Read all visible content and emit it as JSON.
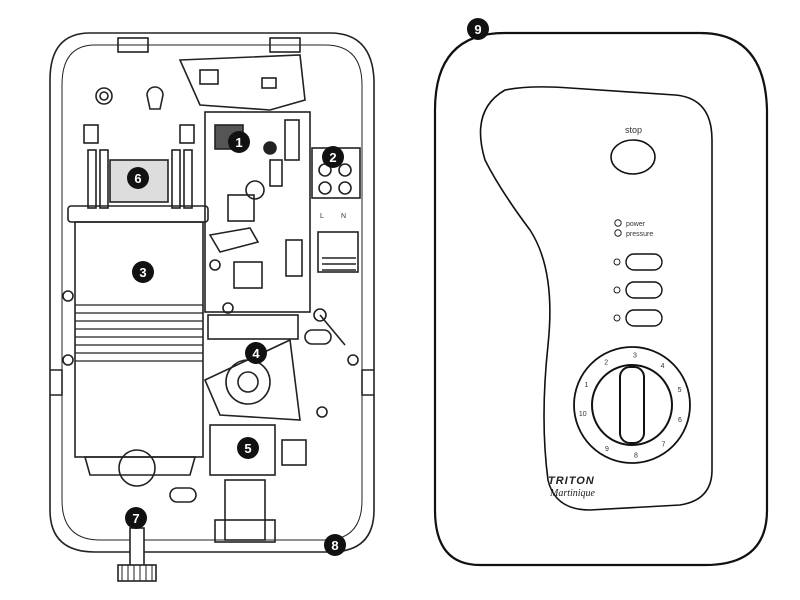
{
  "callouts": [
    "1",
    "2",
    "3",
    "4",
    "5",
    "6",
    "7",
    "8",
    "9"
  ],
  "cover": {
    "stop_label": "stop",
    "power_label": "power",
    "pressure_label": "pressure",
    "brand": "TRITON",
    "model": "Martinique",
    "dial_numbers": [
      "10",
      "1",
      "2",
      "3",
      "4",
      "5",
      "6",
      "7",
      "8",
      "9"
    ]
  },
  "terminals": {
    "live": "L",
    "neutral": "N"
  }
}
